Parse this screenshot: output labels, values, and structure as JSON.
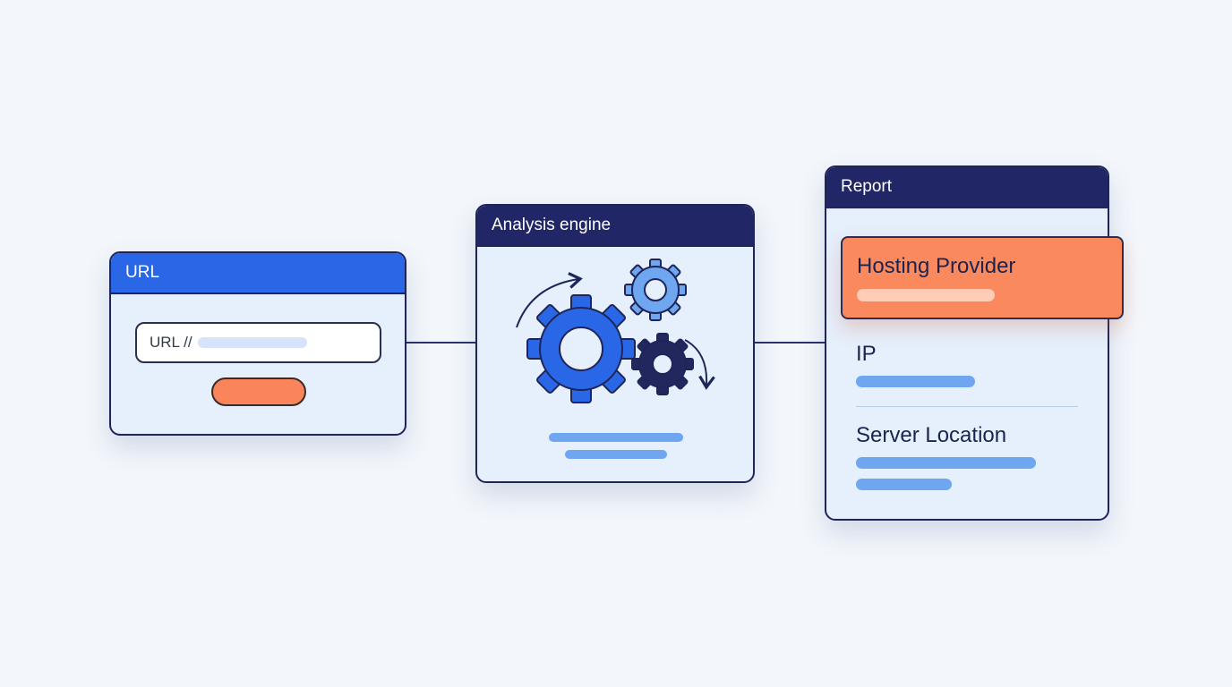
{
  "url_panel": {
    "title": "URL",
    "input_prefix": "URL //"
  },
  "engine_panel": {
    "title": "Analysis engine",
    "icon": "gears-icon"
  },
  "report_panel": {
    "title": "Report",
    "fields": [
      {
        "label": "Hosting Provider",
        "highlighted": true
      },
      {
        "label": "IP",
        "highlighted": false
      },
      {
        "label": "Server Location",
        "highlighted": false
      }
    ]
  },
  "colors": {
    "background": "#f3f7fc",
    "url_header": "#2a67e6",
    "dark_header": "#212766",
    "panel_fill": "#e6effc",
    "accent_orange": "#fa855a",
    "placeholder_blue": "#6ea6ef"
  }
}
